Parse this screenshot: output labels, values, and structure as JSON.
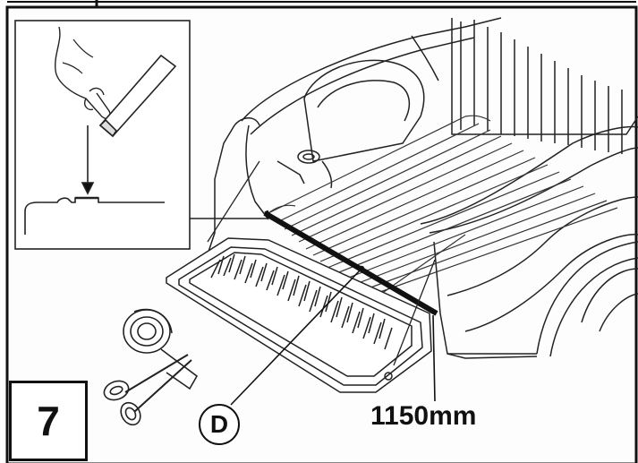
{
  "step": {
    "number": "7"
  },
  "callout": {
    "letter": "D"
  },
  "measurement": {
    "length_label": "1150mm"
  }
}
